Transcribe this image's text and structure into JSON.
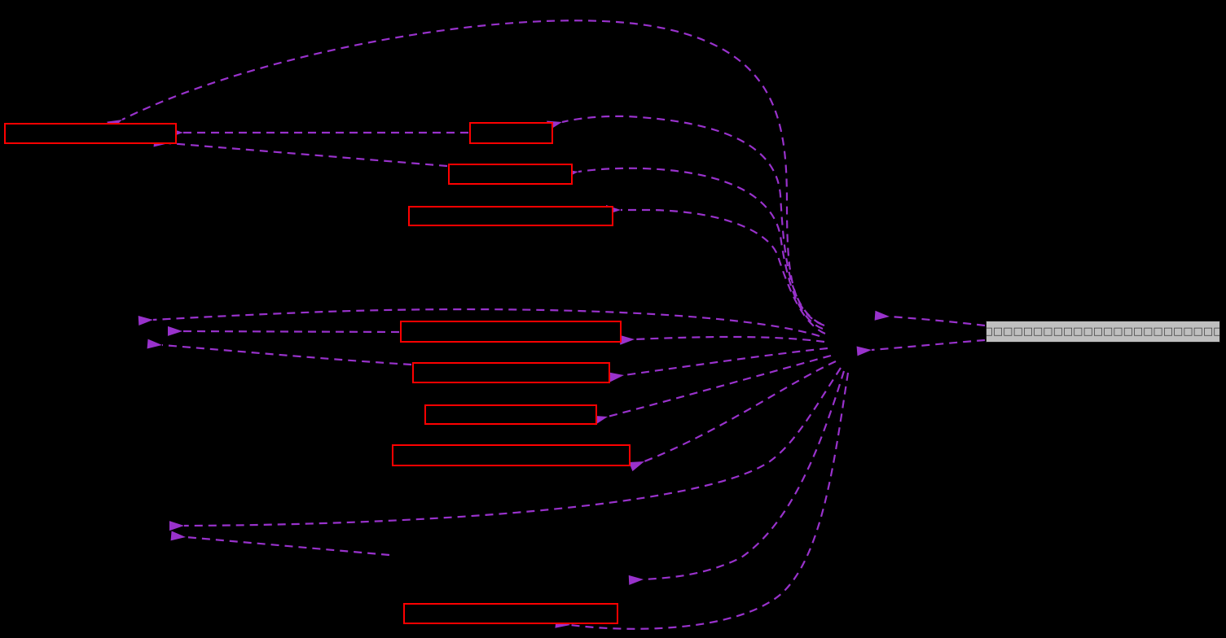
{
  "diagram": {
    "type": "dependency-call-graph",
    "background_color": "#000000",
    "edge_color": "#9932CC",
    "edge_style": "dashed",
    "node_border_color": "#ff0000",
    "node_fill_color": "#000000",
    "gray_node": {
      "label": "□□□□□□□□□□□□□□□□□□□□□□□□□□",
      "fill": "#bfbfbf",
      "text_color": "#3c3c3c"
    },
    "red_nodes": [
      {
        "id": "node-a",
        "label": ""
      },
      {
        "id": "node-b",
        "label": ""
      },
      {
        "id": "node-c",
        "label": ""
      },
      {
        "id": "node-d",
        "label": ""
      },
      {
        "id": "node-e",
        "label": ""
      },
      {
        "id": "node-f",
        "label": ""
      },
      {
        "id": "node-g",
        "label": ""
      },
      {
        "id": "node-h",
        "label": ""
      },
      {
        "id": "node-i",
        "label": ""
      }
    ],
    "edge_count": 19
  }
}
